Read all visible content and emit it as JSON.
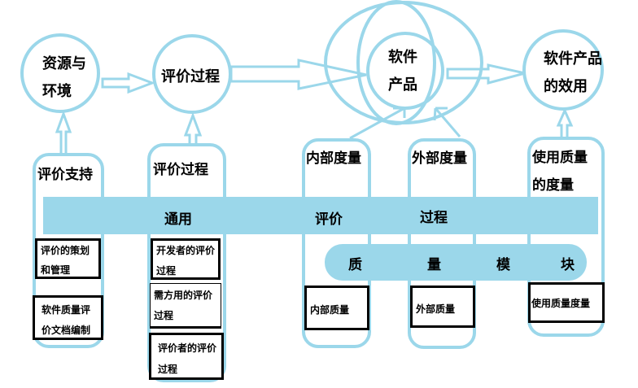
{
  "colors": {
    "accent": "#9bd7ea",
    "text": "#000000",
    "box_border": "#000000"
  },
  "circles": {
    "resources": {
      "line1": "资源与",
      "line2": "环境"
    },
    "eval_process": {
      "label": "评价过程"
    },
    "product": {
      "line1": "软件",
      "line2": "产品"
    },
    "effect": {
      "line1": "软件产品",
      "line2": "的效用"
    }
  },
  "columns": {
    "support": {
      "title": "评价支持",
      "boxes": [
        {
          "line1": "评价的策划",
          "line2": "和管理"
        },
        {
          "line1": "软件质量评",
          "line2": "价文档编制"
        }
      ]
    },
    "process": {
      "title": "评价过程",
      "boxes": [
        {
          "line1": "开发者的评价",
          "line2": "过程"
        },
        {
          "line1": "需方用的评价",
          "line2": "过程"
        },
        {
          "line1": "评价者的评价",
          "line2": "过程"
        }
      ]
    },
    "internal": {
      "title": "内部度量",
      "box": "内部质量"
    },
    "external": {
      "title": "外部度量",
      "box": "外部质量"
    },
    "in_use": {
      "title_line1": "使用质量",
      "title_line2": "的度量",
      "box": "使用质量度量"
    }
  },
  "bands": {
    "general": {
      "words": [
        "通用",
        "评价",
        "过程"
      ]
    },
    "quality": {
      "words": [
        "质",
        "量",
        "模",
        "块"
      ]
    }
  }
}
